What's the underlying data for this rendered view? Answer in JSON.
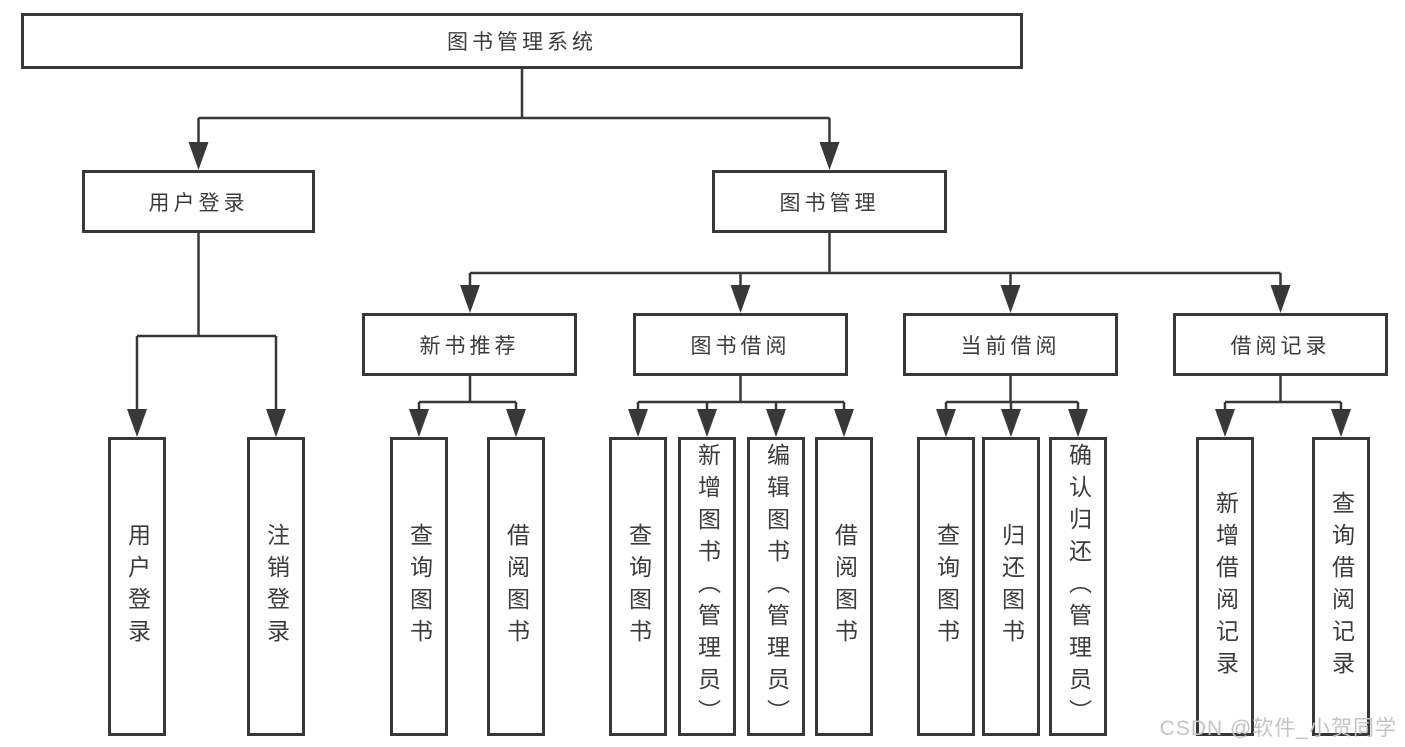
{
  "diagram": {
    "title": "图书管理系统",
    "root": {
      "label": "图书管理系统"
    },
    "level2": [
      {
        "id": "user-login",
        "label": "用户登录"
      },
      {
        "id": "book-management",
        "label": "图书管理"
      }
    ],
    "level3": [
      {
        "id": "new-book-recommendation",
        "parent": "图书管理",
        "label": "新书推荐"
      },
      {
        "id": "book-borrowing",
        "parent": "图书管理",
        "label": "图书借阅"
      },
      {
        "id": "current-borrowing",
        "parent": "图书管理",
        "label": "当前借阅"
      },
      {
        "id": "borrowing-records",
        "parent": "图书管理",
        "label": "借阅记录"
      }
    ],
    "leaves": [
      {
        "parent": "用户登录",
        "label": "用户登录"
      },
      {
        "parent": "用户登录",
        "label": "注销登录"
      },
      {
        "parent": "新书推荐",
        "label": "查询图书"
      },
      {
        "parent": "新书推荐",
        "label": "借阅图书"
      },
      {
        "parent": "图书借阅",
        "label": "查询图书"
      },
      {
        "parent": "图书借阅",
        "label": "新增图书（管理员）"
      },
      {
        "parent": "图书借阅",
        "label": "编辑图书（管理员）"
      },
      {
        "parent": "图书借阅",
        "label": "借阅图书"
      },
      {
        "parent": "当前借阅",
        "label": "查询图书"
      },
      {
        "parent": "当前借阅",
        "label": "归还图书"
      },
      {
        "parent": "当前借阅",
        "label": "确认归还（管理员）"
      },
      {
        "parent": "借阅记录",
        "label": "新增借阅记录"
      },
      {
        "parent": "借阅记录",
        "label": "查询借阅记录"
      }
    ],
    "watermark": "CSDN @软件_小贺同学",
    "colors": {
      "line": "#383838",
      "text": "#3c3c3c",
      "watermark": "#c4c4c4",
      "background": "#ffffff"
    }
  }
}
